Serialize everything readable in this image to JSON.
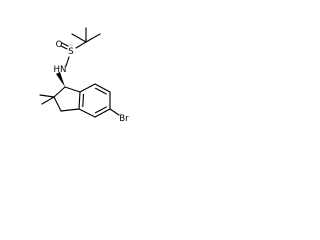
{
  "molecule": {
    "atoms": {
      "oxygen": "O",
      "sulfur": "S",
      "nitrogen_h": "HN",
      "bromine": "Br"
    },
    "stereo": {
      "sulfur_lone_pair_marker": "..",
      "c1_wedge": "bold"
    },
    "colors": {
      "bond": "#000000",
      "text": "#000000",
      "background": "#ffffff"
    }
  }
}
